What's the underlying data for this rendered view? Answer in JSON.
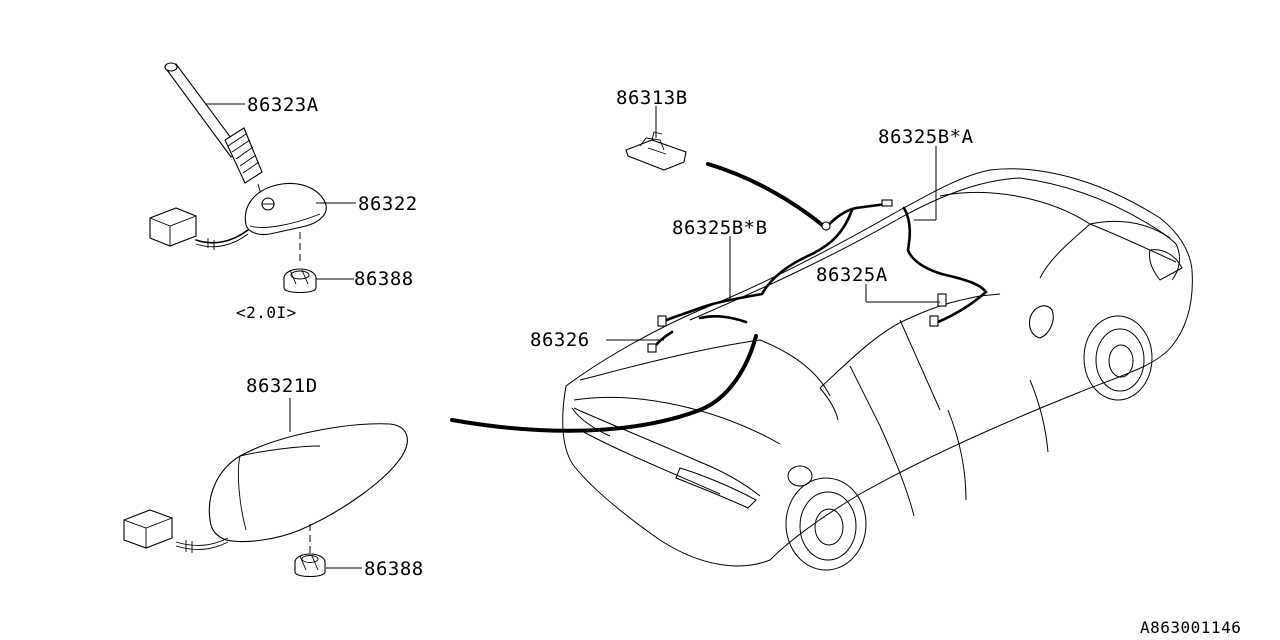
{
  "parts": {
    "rod_antenna": "86323A",
    "antenna_base": "86322",
    "nut_upper": "86388",
    "variant_note": "<2.0I>",
    "shark_fin_antenna": "86321D",
    "nut_lower": "86388",
    "roof_clip": "86313B",
    "feeder_cable_a": "86325B*A",
    "feeder_cable_b": "86325B*B",
    "cable_86325a": "86325A",
    "cable_86326": "86326"
  },
  "diagram_code": "A863001146"
}
